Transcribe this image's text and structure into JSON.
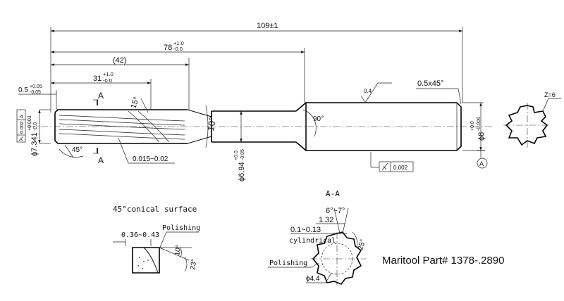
{
  "dimensions": {
    "overall_length": "109±1",
    "len78_base": "78",
    "len78_tol_upper": "+1.0",
    "len78_tol_lower": "-0.0",
    "len42": "(42)",
    "len31_base": "31",
    "len31_tol_upper": "+1.0",
    "len31_tol_lower": "-0.0",
    "chamfer_base": "0.5",
    "chamfer_tol_upper": "+0.05",
    "chamfer_tol_lower": "-0.05",
    "shank_chamfer": "0.5x45°",
    "roughness": "0.4",
    "helix_angle": "15°",
    "taper_angle": "10°",
    "shoulder_angle": "90°",
    "lead_angle": "45°",
    "margin_range": "0.015~0.02",
    "neck_dia_base": "ϕ6.94",
    "neck_dia_tol_upper": "+0.0",
    "neck_dia_tol_lower": "-0.05",
    "cut_dia_base": "ϕ7.341",
    "cut_dia_tol_upper": "+0.003",
    "cut_dia_tol_lower": "-0.0",
    "shank_dia_base": "ϕ8",
    "shank_dia_tol_upper": "+0.0",
    "shank_dia_tol_lower": "-0.006",
    "runout_frame_left": "0.002",
    "runout_frame_left_datum": "A",
    "runout_frame_bottom": "0.002",
    "datum": "A",
    "section_label": "A",
    "flutes": "Z=6"
  },
  "section_view": {
    "title": "A-A",
    "rake_angle": "6°~7°",
    "land_width": "1.32",
    "cylindrical_land": "0.1~0.13",
    "cylindrical_label": "cylindrical",
    "clearance_angle": "25°",
    "polishing": "Polishing",
    "core_dia": "ϕ4.4"
  },
  "conical_detail": {
    "title": "45°conical surface",
    "width": "0.36~0.43",
    "polishing": "Polishing",
    "angle1": "10°",
    "angle2": "23°"
  },
  "part_number": "Maritool Part# 1378-.2890"
}
